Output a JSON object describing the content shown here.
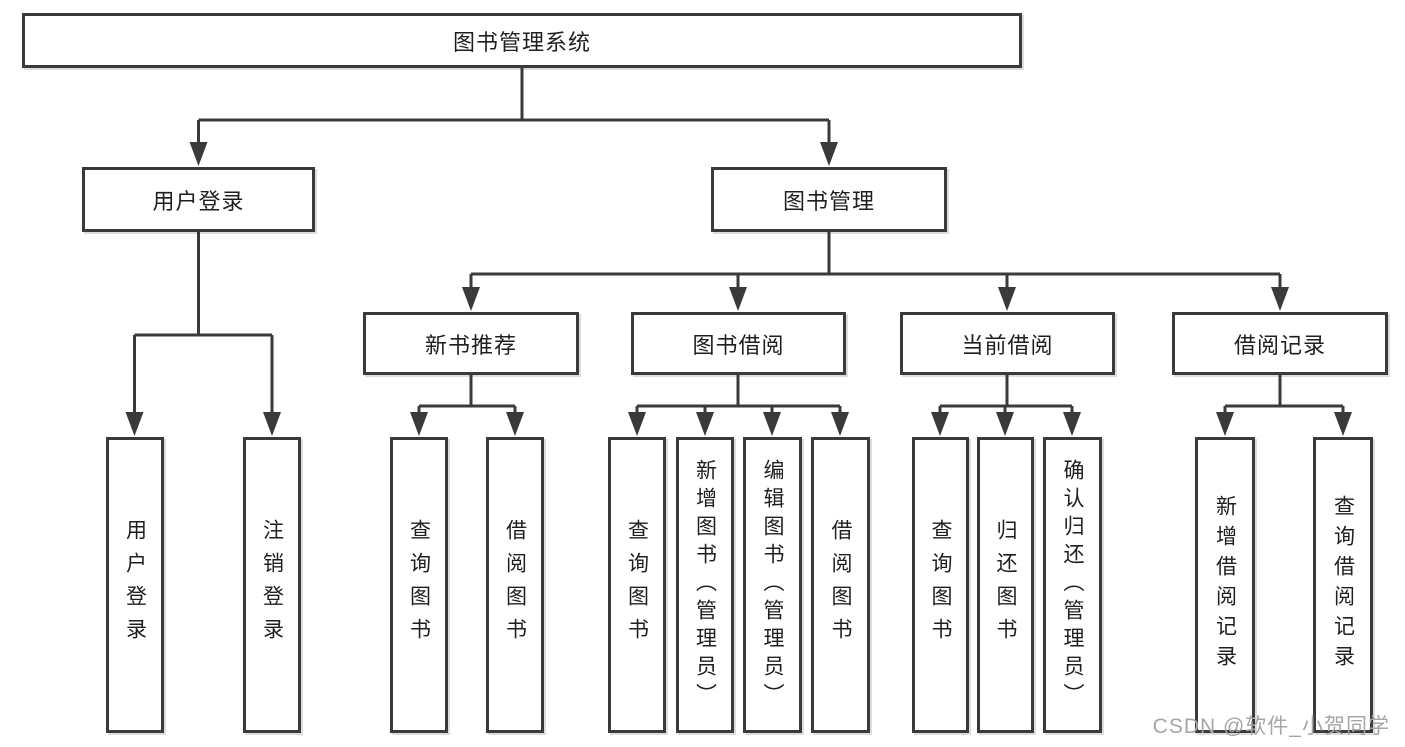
{
  "tree": {
    "label": "图书管理系统",
    "children": [
      {
        "label": "用户登录",
        "children": [
          {
            "label": "用户登录"
          },
          {
            "label": "注销登录"
          }
        ]
      },
      {
        "label": "图书管理",
        "children": [
          {
            "label": "新书推荐",
            "children": [
              {
                "label": "查询图书"
              },
              {
                "label": "借阅图书"
              }
            ]
          },
          {
            "label": "图书借阅",
            "children": [
              {
                "label": "查询图书"
              },
              {
                "label": "新增图书（管理员）"
              },
              {
                "label": "编辑图书（管理员）"
              },
              {
                "label": "借阅图书"
              }
            ]
          },
          {
            "label": "当前借阅",
            "children": [
              {
                "label": "查询图书"
              },
              {
                "label": "归还图书"
              },
              {
                "label": "确认归还（管理员）"
              }
            ]
          },
          {
            "label": "借阅记录",
            "children": [
              {
                "label": "新增借阅记录"
              },
              {
                "label": "查询借阅记录"
              }
            ]
          }
        ]
      }
    ]
  },
  "watermark": {
    "text": "CSDN @软件_小贺同学"
  },
  "colors": {
    "line": "#3a3a3a",
    "box_border": "#3a3a3a",
    "text": "#1f1f1f",
    "watermark": "#a6a6a6",
    "background": "#ffffff"
  }
}
